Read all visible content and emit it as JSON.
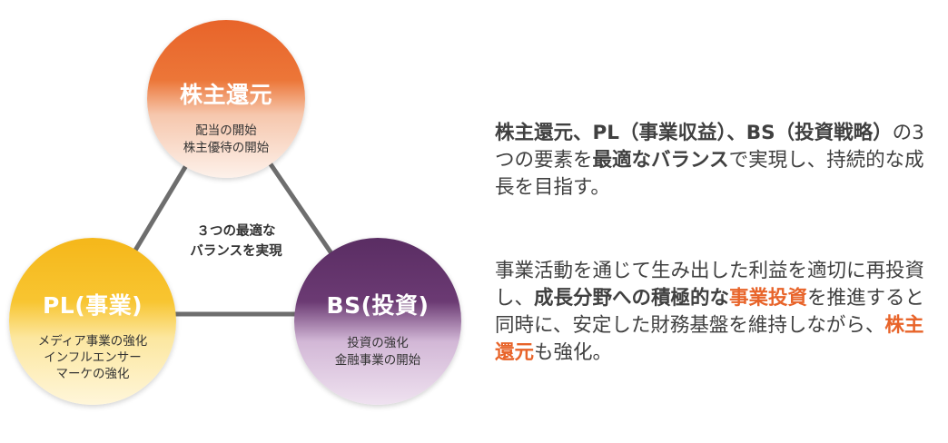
{
  "diagram": {
    "top": {
      "title": "株主還元",
      "lines": [
        "配当の開始",
        "株主優待の開始"
      ]
    },
    "left": {
      "title": "PL(事業)",
      "lines": [
        "メディア事業の強化",
        "インフルエンサー",
        "マーケの強化"
      ]
    },
    "right": {
      "title": "BS(投資)",
      "lines": [
        "投資の強化",
        "金融事業の開始"
      ]
    },
    "center": [
      "３つの最適な",
      "バランスを実現"
    ],
    "colors": {
      "connector": "#6e6e6e",
      "orange": "#e8642a",
      "yellow": "#f5b71a",
      "purple": "#5a2d63"
    }
  },
  "text1": {
    "p1": "株主還元、PL（事業収益）、BS（投資戦略）",
    "p2": "の3つの要素を",
    "p3": "最適なバランス",
    "p4": "で実現し、持続的な成長を目指す。"
  },
  "text2": {
    "p1": "事業活動を通じて生み出した利益を適切に再投資し、",
    "p2": "成長分野への積極的な",
    "p3": "事業投資",
    "p4": "を推進すると同時に、安定した財務基盤を維持しながら、",
    "p5": "株主還元",
    "p6": "も強化。",
    "highlight_color": "#e8642a"
  }
}
